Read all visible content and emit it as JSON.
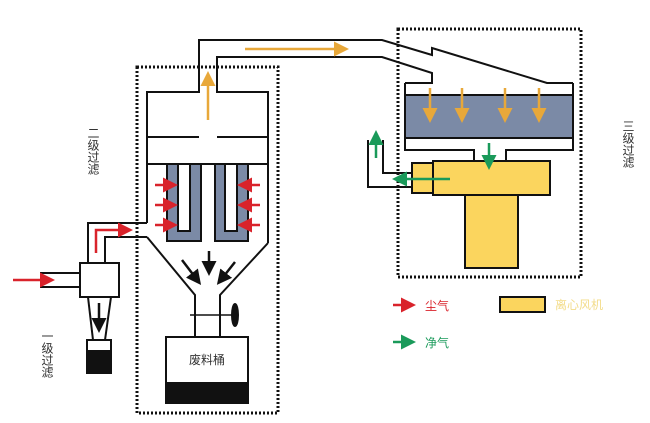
{
  "labels": {
    "stage1": "一级过滤",
    "stage2": "二级过滤",
    "stage3": "三级过滤",
    "waste_bin": "废料桶"
  },
  "legend": {
    "dust_air": "尘气",
    "clean_air": "净气",
    "centrifugal_fan": "离心风机"
  },
  "colors": {
    "dust_air": "#d9232b",
    "clean_air": "#1a9a5a",
    "filtered_air": "#e8a83a",
    "fan": "#fbd55e",
    "filter": "#7b8aa6",
    "legend_fan_text": "#f3dc8a"
  }
}
